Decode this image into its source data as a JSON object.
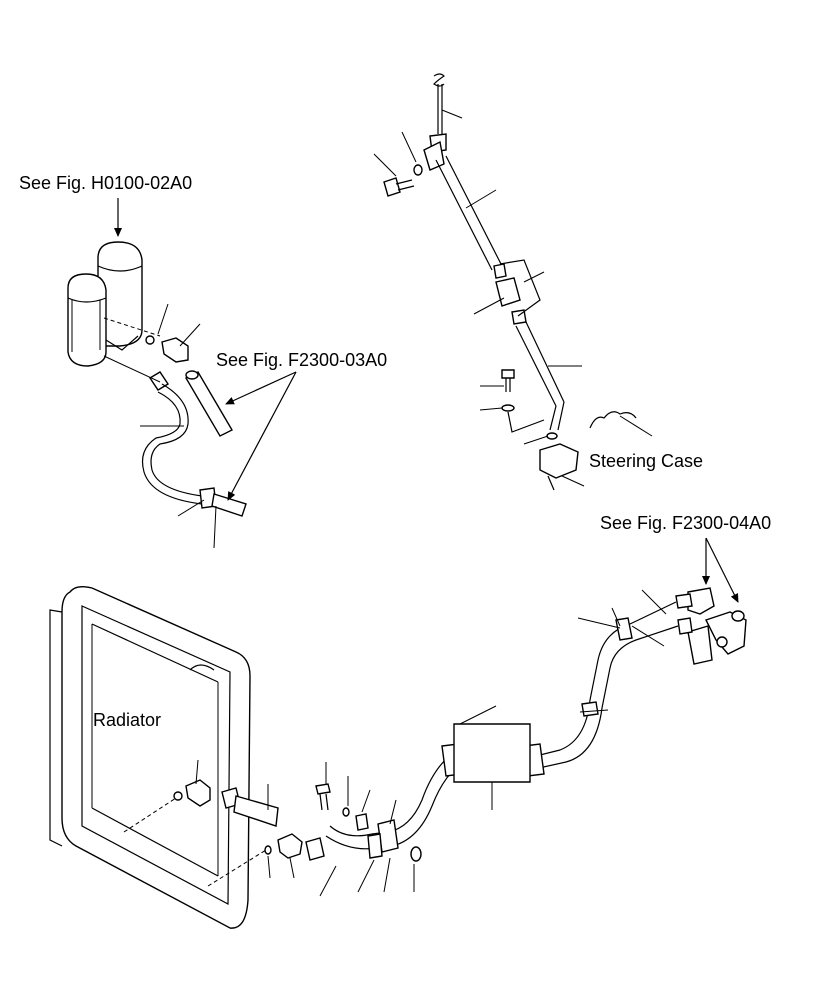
{
  "labels": {
    "ref_h0100": "See Fig. H0100-02A0",
    "ref_f2300_03": "See Fig. F2300-03A0",
    "steering_case": "Steering Case",
    "ref_f2300_04": "See Fig. F2300-04A0",
    "radiator": "Radiator"
  },
  "colors": {
    "line": "#000000",
    "background": "#ffffff"
  }
}
